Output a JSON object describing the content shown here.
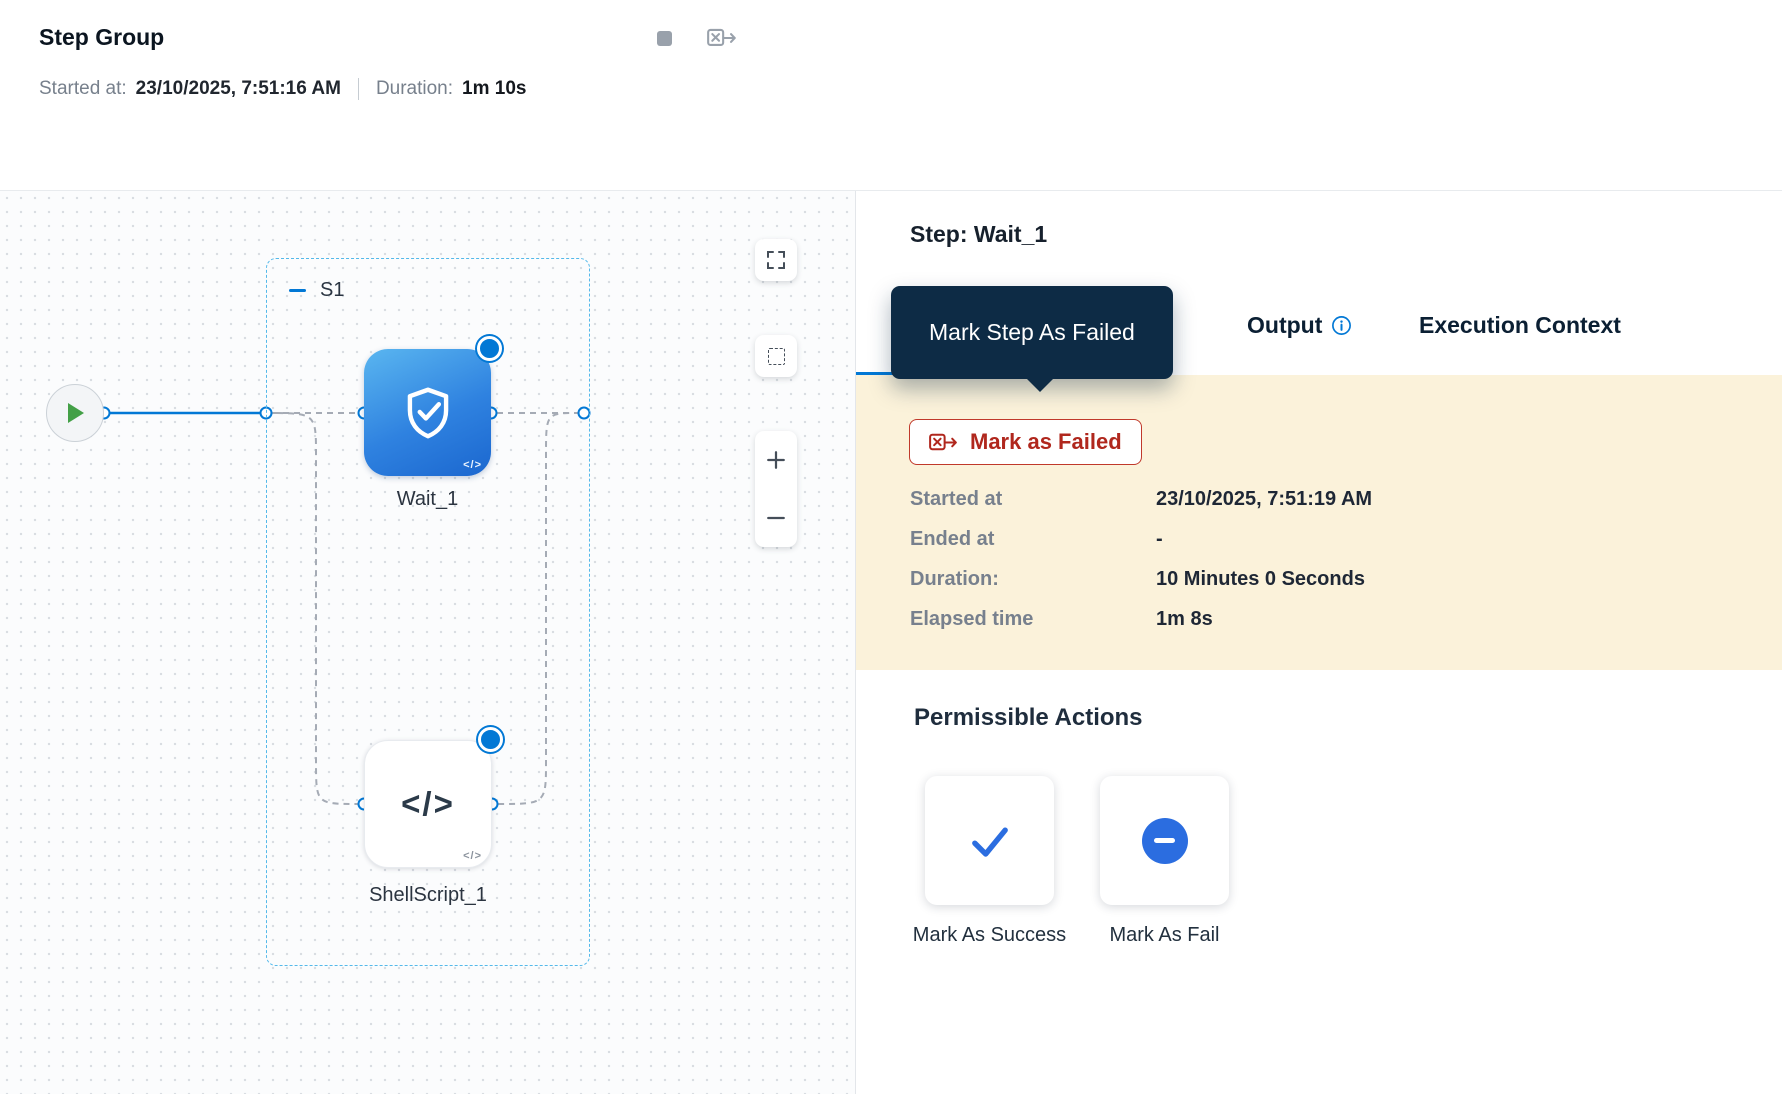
{
  "header": {
    "title": "Step Group",
    "started_label": "Started at:",
    "started_value": "23/10/2025, 7:51:16 AM",
    "duration_label": "Duration:",
    "duration_value": "1m 10s"
  },
  "canvas": {
    "stage_label": "S1",
    "nodes": [
      {
        "label": "Wait_1"
      },
      {
        "label": "ShellScript_1"
      }
    ],
    "shell_icon_text": "</>",
    "code_badge_text": "</>"
  },
  "panel": {
    "step_title": "Step: Wait_1",
    "tooltip_text": "Mark Step As Failed",
    "tabs": [
      {
        "label": "Output"
      },
      {
        "label": "Execution Context"
      }
    ],
    "mark_failed_label": "Mark as Failed",
    "details": [
      {
        "label": "Started at",
        "value": "23/10/2025, 7:51:19 AM"
      },
      {
        "label": "Ended at",
        "value": "-"
      },
      {
        "label": "Duration:",
        "value": "10 Minutes 0 Seconds"
      },
      {
        "label": "Elapsed time",
        "value": "1m 8s"
      }
    ],
    "permissible_actions_title": "Permissible Actions",
    "actions": [
      {
        "label": "Mark As Success"
      },
      {
        "label": "Mark As Fail"
      }
    ]
  },
  "colors": {
    "accent_blue": "#0278d5",
    "tooltip_navy": "#0d2b45",
    "beige_panel": "#fbf2da",
    "danger_red": "#b0271d",
    "play_green": "#43a047",
    "action_blue": "#2b6de0"
  }
}
